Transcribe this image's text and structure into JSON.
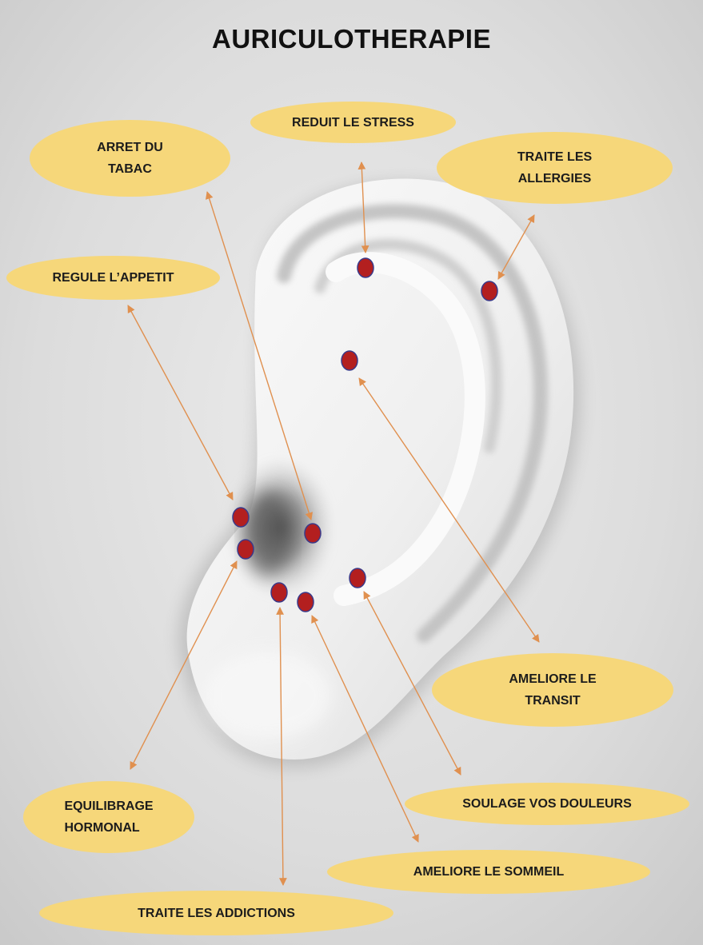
{
  "title": "AURICULOTHERAPIE",
  "colors": {
    "label_fill": "#f6d77a",
    "arrow": "#e0904f",
    "point_fill": "#b31f1f",
    "point_stroke": "#3a3a8a"
  },
  "labels": {
    "stress": "REDUIT LE STRESS",
    "tabac": "ARRET DU\nTABAC",
    "allergies": "TRAITE LES\nALLERGIES",
    "appetit": "REGULE L’APPETIT",
    "transit": "AMELIORE LE\nTRANSIT",
    "douleurs": "SOULAGE VOS DOULEURS",
    "hormonal": "EQUILIBRAGE\nHORMONAL",
    "sommeil": "AMELIORE LE SOMMEIL",
    "addictions": "TRAITE LES ADDICTIONS"
  }
}
